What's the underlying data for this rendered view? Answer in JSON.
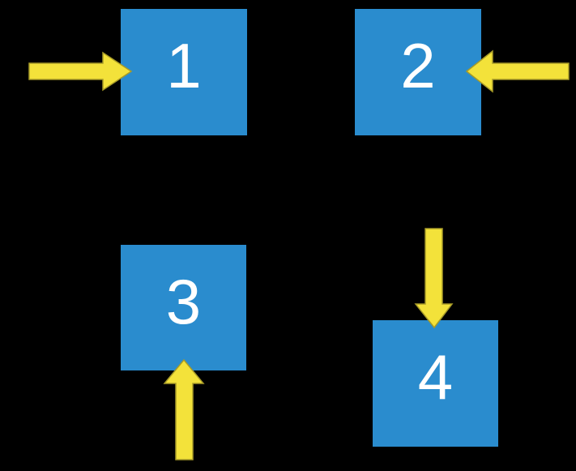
{
  "canvas": {
    "background": "#000000"
  },
  "colors": {
    "square_fill": "#2A8CCE",
    "number_text": "#FFFFFF",
    "arrow_fill": "#F3E23A",
    "arrow_outline": "#A79B28"
  },
  "squares": [
    {
      "label": "1",
      "position": "top-left",
      "arrow_direction": "right",
      "arrow_points_at": "left-side"
    },
    {
      "label": "2",
      "position": "top-right",
      "arrow_direction": "left",
      "arrow_points_at": "right-side"
    },
    {
      "label": "3",
      "position": "bottom-left",
      "arrow_direction": "up",
      "arrow_points_at": "bottom-side"
    },
    {
      "label": "4",
      "position": "bottom-right",
      "arrow_direction": "down",
      "arrow_points_at": "top-side"
    }
  ]
}
